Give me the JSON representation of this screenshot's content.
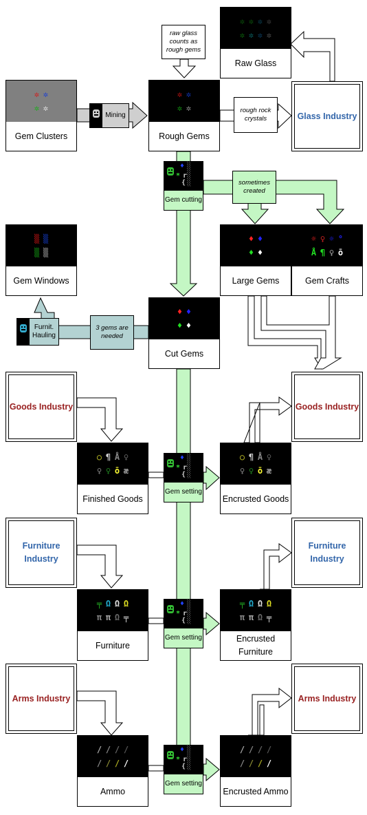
{
  "colors": {
    "flow_green": "#c4f7c4",
    "flow_teal": "#b3d2d2",
    "flow_grey": "#cfcfcf",
    "industry_red": "#992222",
    "industry_blue": "#3366aa"
  },
  "nodes": {
    "raw_glass": "Raw Glass",
    "gem_clusters": "Gem Clusters",
    "rough_gems": "Rough Gems",
    "gem_windows": "Gem Windows",
    "large_gems": "Large Gems",
    "gem_crafts": "Gem Crafts",
    "cut_gems": "Cut Gems",
    "finished_goods": "Finished Goods",
    "encrusted_goods": "Encrusted Goods",
    "furniture": "Furniture",
    "encrusted_furniture": "Encrusted Furniture",
    "ammo": "Ammo",
    "encrusted_ammo": "Encrusted Ammo"
  },
  "industries": {
    "glass": "Glass Industry",
    "goods_source": "Goods Industry",
    "goods_target": "Goods Industry",
    "furniture_source": "Furniture Industry",
    "furniture_target": "Furniture Industry",
    "arms_source": "Arms Industry",
    "arms_target": "Arms Industry"
  },
  "notes": {
    "raw_glass_note": "raw glass counts as rough gems",
    "rough_rock": "rough rock crystals",
    "sometimes_created": "sometimes created",
    "three_gems": "3 gems are needed"
  },
  "jobs": {
    "mining": "Mining",
    "gem_cutting": "Gem cutting",
    "furnit_hauling": "Furnit. Hauling",
    "gem_setting_goods": "Gem setting",
    "gem_setting_furniture": "Gem setting",
    "gem_setting_ammo": "Gem setting"
  },
  "icons": {
    "dwarf": "dwarf-worker-icon",
    "gem_cluster": "gem-cluster-glyph",
    "cut_gem": "diamond-glyph",
    "bolt": "bolt-glyph"
  }
}
